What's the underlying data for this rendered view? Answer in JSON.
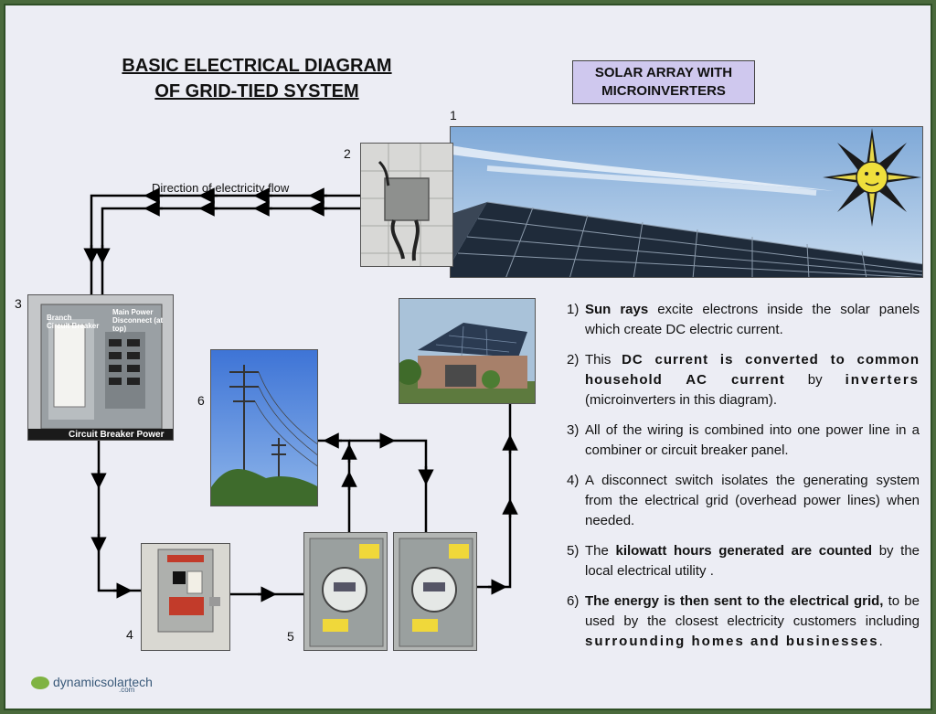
{
  "title": {
    "line1": "BASIC ELECTRICAL DIAGRAM",
    "line2": "OF GRID-TIED SYSTEM"
  },
  "array_label": {
    "line1": "SOLAR ARRAY WITH",
    "line2": "MICROINVERTERS"
  },
  "flow_label": "Direction of electricity flow",
  "numbers": {
    "n1": "1",
    "n2": "2",
    "n3": "3",
    "n4": "4",
    "n5": "5",
    "n6": "6"
  },
  "panel_labels": {
    "caption": "Circuit Breaker Power Panel",
    "branch_line1": "Branch",
    "branch_line2": "Circuit Breaker",
    "main_line1": "Main Power",
    "main_line2": "Disconnect (at top)"
  },
  "steps": [
    {
      "num": "1)",
      "bold1": "Sun rays",
      "text1": " excite electrons inside the solar panels which create DC electric current."
    },
    {
      "num": "2)",
      "text0": "This ",
      "bold1": "DC current is converted to common household AC current",
      "text1": " by ",
      "bold2": "inverters",
      "text2": " (microinverters in this diagram)."
    },
    {
      "num": "3)",
      "text0": "All of the wiring is combined into one power line in a combiner or circuit breaker panel."
    },
    {
      "num": "4)",
      "text0": "A disconnect switch isolates the generating system from the electrical grid (overhead power lines) when needed."
    },
    {
      "num": "5)",
      "text0": "The ",
      "bold1": "kilowatt hours generated are counted",
      "text1": " by the local electrical utility ."
    },
    {
      "num": "6)",
      "bold1": "The energy is then sent to the electrical grid,",
      "text1": " to be used by the closest electricity customers including ",
      "bold2": "surrounding homes and businesses",
      "text2": "."
    }
  ],
  "logo": {
    "name": "dynamicsolartech",
    "suffix": ".com"
  },
  "colors": {
    "frame": "#2f4f26",
    "background": "#ecedf4",
    "label_box": "#cfc8ee",
    "wire": "#000000"
  },
  "icons": [
    "sun-icon",
    "power-pole-icon",
    "meter-icon",
    "disconnect-switch-icon",
    "breaker-panel-icon",
    "microinverter-icon",
    "house-icon"
  ]
}
